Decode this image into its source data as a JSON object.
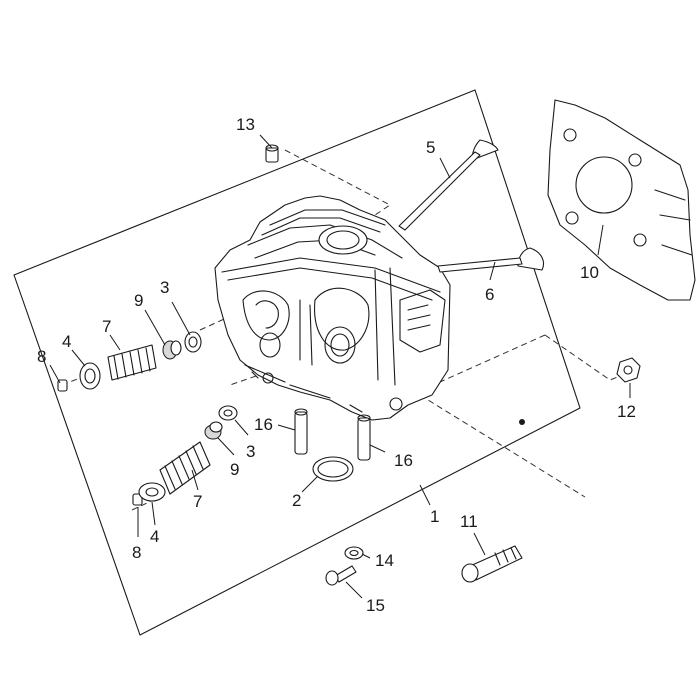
{
  "callouts": {
    "c1": "1",
    "c2": "2",
    "c3a": "3",
    "c3b": "3",
    "c4a": "4",
    "c4b": "4",
    "c5": "5",
    "c6": "6",
    "c7a": "7",
    "c7b": "7",
    "c8a": "8",
    "c8b": "8",
    "c9a": "9",
    "c9b": "9",
    "c10": "10",
    "c11": "11",
    "c12": "12",
    "c13": "13",
    "c14": "14",
    "c15": "15",
    "c16a": "16",
    "c16b": "16"
  },
  "parts": {
    "cylinder_head": "cylinder-head",
    "head_gasket": "head-gasket",
    "intake_valve": "valve",
    "exhaust_valve": "valve",
    "valve_spring": "valve-spring",
    "spring_retainer": "spring-retainer",
    "valve_cotter": "valve-cotter",
    "valve_seal": "valve-stem-seal",
    "spring_washer": "spring-washer",
    "o_ring": "o-ring",
    "stud_bolt": "bolt",
    "nut": "nut",
    "dowel_pin": "dowel-pin",
    "plug": "plug"
  }
}
